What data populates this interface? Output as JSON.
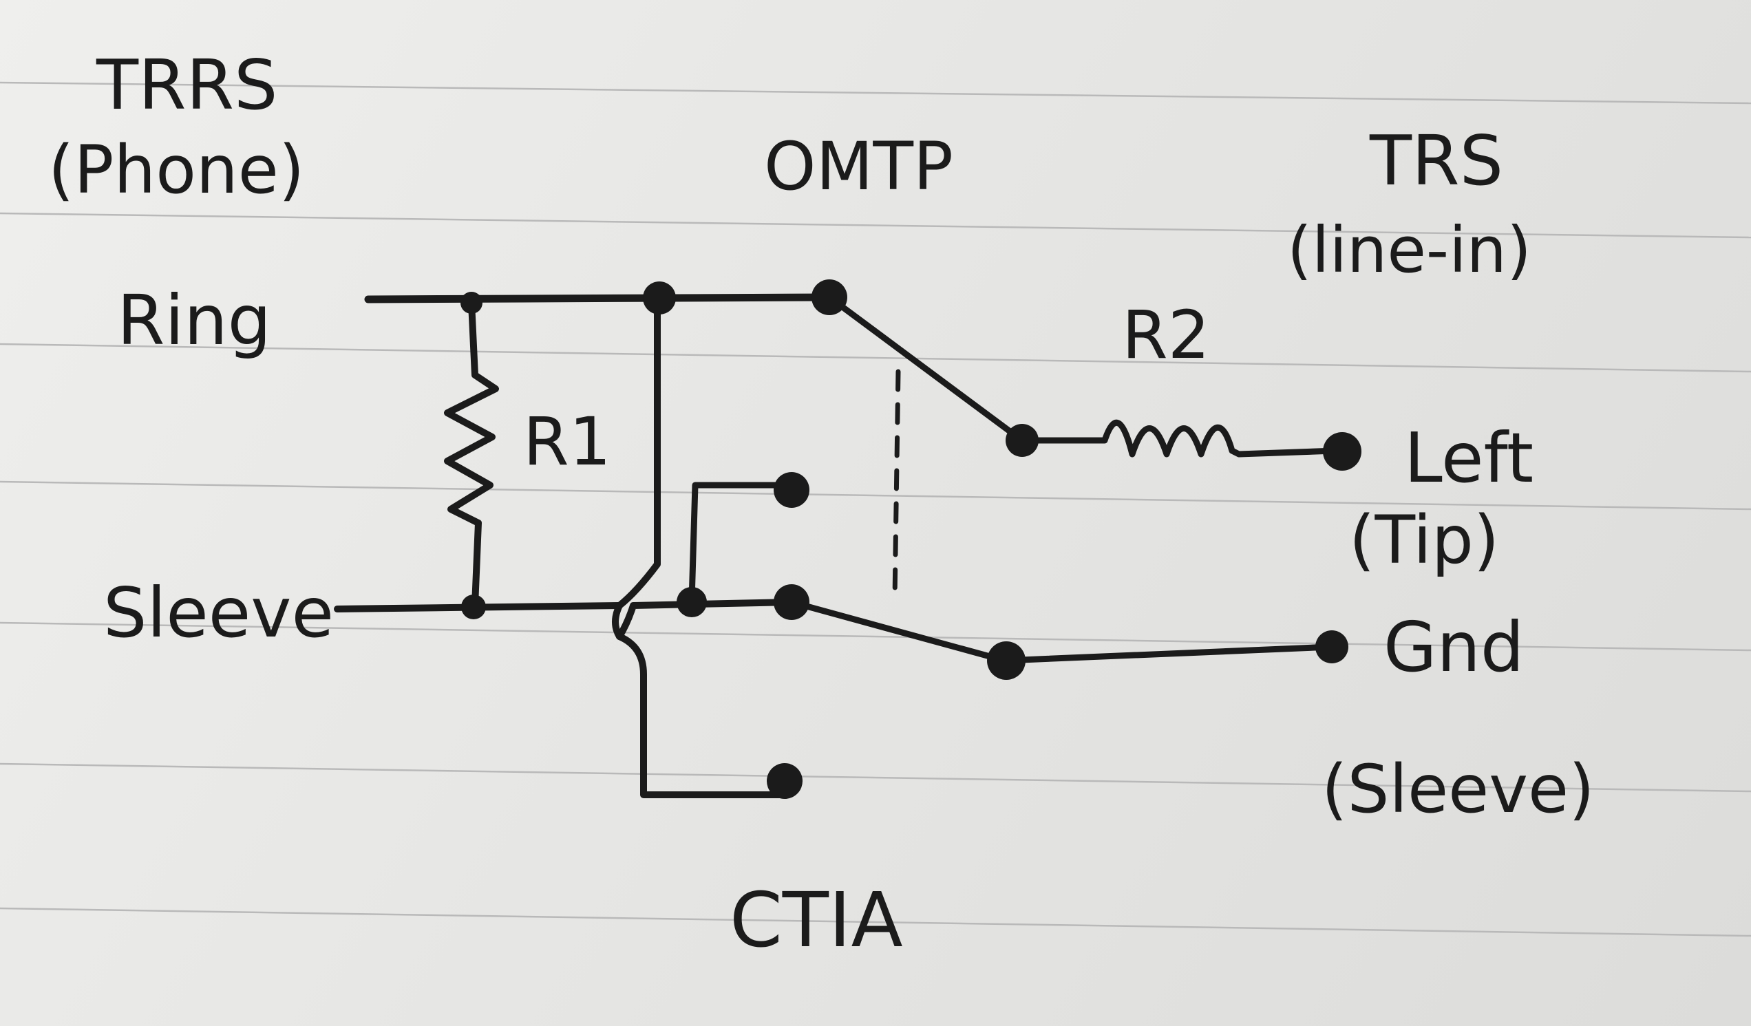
{
  "diagram": {
    "labels": {
      "trrs": "TRRS",
      "trrs_sub": "(Phone)",
      "omtp": "OMTP",
      "trs": "TRS",
      "trs_sub": "(line-in)",
      "ring": "Ring",
      "sleeve": "Sleeve",
      "r1": "R1",
      "r2": "R2",
      "left": "Left",
      "left_sub": "(Tip)",
      "gnd": "Gnd",
      "gnd_sub": "(Sleeve)",
      "ctia": "CTIA"
    },
    "colors": {
      "ink": "#1b1b1b",
      "paper": "#e8e8e6",
      "rule_line": "#b9b9b9"
    }
  }
}
